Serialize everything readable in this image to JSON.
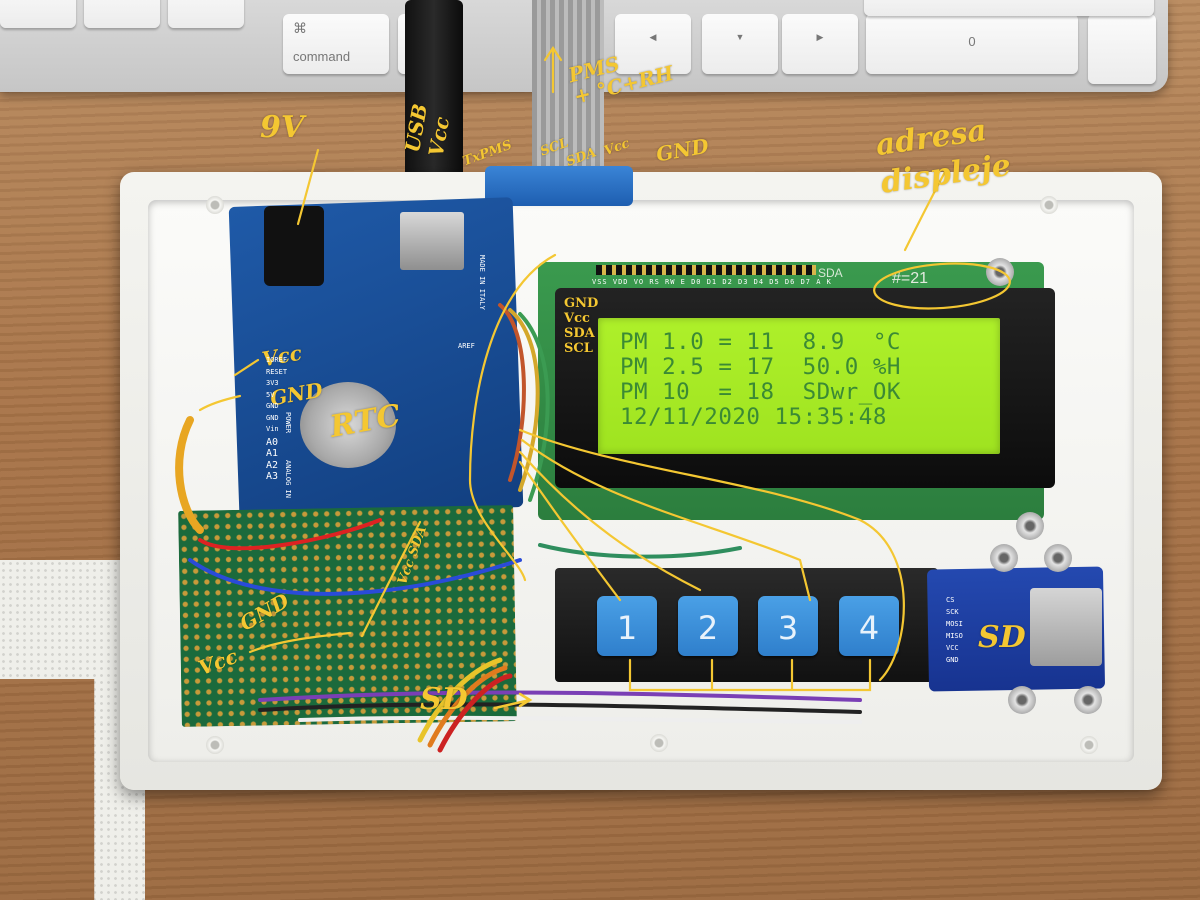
{
  "keyboard": {
    "command_symbol": "⌘",
    "command_label": "command",
    "key_left_arrow": "◀",
    "key_down_arrow": "▼",
    "key_right_arrow": "▶",
    "key_zero": "0"
  },
  "lcd": {
    "lines": [
      "PM 1.0 = 11  8.9  °C",
      "PM 2.5 = 17  50.0 %H",
      "PM 10  = 18  SDwr_OK",
      "12/11/2020 15:35:48"
    ],
    "pin_labels": "VSS VDD VO RS RW E D0 D1 D2 D3 D4 D5 D6 D7 A K",
    "sda_print": "SDA",
    "address_print": "#=21",
    "screen_color": "#a6ea25",
    "text_color": "#3b8a35"
  },
  "arduino": {
    "made_in": "MADE IN ITALY",
    "pins": [
      "IOREF",
      "RESET",
      "3V3",
      "5V",
      "GND",
      "GND",
      "Vin",
      "A0",
      "A1",
      "A2",
      "A3"
    ],
    "aref": "AREF",
    "power": "POWER",
    "analog_in": "ANALOG IN"
  },
  "keypad": {
    "keys": [
      "1",
      "2",
      "3",
      "4"
    ],
    "key_color": "#3d8fdb"
  },
  "sd_module": {
    "pins": [
      "CS",
      "SCK",
      "MOSI",
      "MISO",
      "VCC",
      "GND"
    ]
  },
  "annotations": {
    "nine_volt": "9V",
    "usb_vcc": "USB\nVcc",
    "pms_c_rh": "PMS\n+ °C+RH",
    "tx_pms": "TxPMS",
    "scl": "SCL",
    "sda": "SDA",
    "vcc": "Vcc",
    "gnd": "GND",
    "display_address": "adresa\ndispleje",
    "lcd_gnd": "GND",
    "lcd_vcc": "Vcc",
    "lcd_sda": "SDA",
    "lcd_scl": "SCL",
    "arduino_vcc": "Vcc",
    "arduino_gnd": "GND",
    "rtc": "RTC",
    "proto_vcc_sda": "Vcc SDA",
    "proto_gnd": "GND",
    "proto_vcc": "Vcc",
    "sd_arrow": "SD",
    "sd_label": "SD",
    "annotation_color": "#f4c732"
  }
}
